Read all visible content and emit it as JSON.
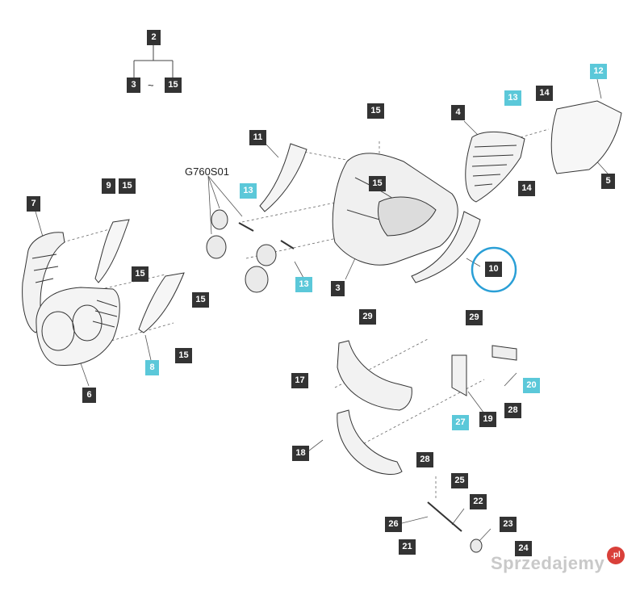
{
  "group_code": "G760S01",
  "range": {
    "parent": "2",
    "from": "3",
    "tilde": "~",
    "to": "15"
  },
  "labels": [
    {
      "id": "l2",
      "text": "2",
      "highlight": false
    },
    {
      "id": "l3r",
      "text": "3",
      "highlight": false
    },
    {
      "id": "l15r",
      "text": "15",
      "highlight": false
    },
    {
      "id": "l15a",
      "text": "15",
      "highlight": false
    },
    {
      "id": "l4",
      "text": "4",
      "highlight": false
    },
    {
      "id": "l13a",
      "text": "13",
      "highlight": true
    },
    {
      "id": "l14a",
      "text": "14",
      "highlight": false
    },
    {
      "id": "l12",
      "text": "12",
      "highlight": true
    },
    {
      "id": "l11",
      "text": "11",
      "highlight": false
    },
    {
      "id": "l13b",
      "text": "13",
      "highlight": true
    },
    {
      "id": "l15b",
      "text": "15",
      "highlight": false
    },
    {
      "id": "l14b",
      "text": "14",
      "highlight": false
    },
    {
      "id": "l5",
      "text": "5",
      "highlight": false
    },
    {
      "id": "l7",
      "text": "7",
      "highlight": false
    },
    {
      "id": "l9",
      "text": "9",
      "highlight": false
    },
    {
      "id": "l15c",
      "text": "15",
      "highlight": false
    },
    {
      "id": "l15d",
      "text": "15",
      "highlight": false
    },
    {
      "id": "l15e",
      "text": "15",
      "highlight": false
    },
    {
      "id": "l13c",
      "text": "13",
      "highlight": true
    },
    {
      "id": "l3",
      "text": "3",
      "highlight": false
    },
    {
      "id": "l10",
      "text": "10",
      "highlight": false
    },
    {
      "id": "l15f",
      "text": "15",
      "highlight": false
    },
    {
      "id": "l8",
      "text": "8",
      "highlight": true
    },
    {
      "id": "l6",
      "text": "6",
      "highlight": false
    },
    {
      "id": "l29a",
      "text": "29",
      "highlight": false
    },
    {
      "id": "l29b",
      "text": "29",
      "highlight": false
    },
    {
      "id": "l17",
      "text": "17",
      "highlight": false
    },
    {
      "id": "l20",
      "text": "20",
      "highlight": true
    },
    {
      "id": "l28a",
      "text": "28",
      "highlight": false
    },
    {
      "id": "l27",
      "text": "27",
      "highlight": true
    },
    {
      "id": "l19",
      "text": "19",
      "highlight": false
    },
    {
      "id": "l18",
      "text": "18",
      "highlight": false
    },
    {
      "id": "l28b",
      "text": "28",
      "highlight": false
    },
    {
      "id": "l25",
      "text": "25",
      "highlight": false
    },
    {
      "id": "l22",
      "text": "22",
      "highlight": false
    },
    {
      "id": "l26",
      "text": "26",
      "highlight": false
    },
    {
      "id": "l23",
      "text": "23",
      "highlight": false
    },
    {
      "id": "l21",
      "text": "21",
      "highlight": false
    },
    {
      "id": "l24",
      "text": "24",
      "highlight": false
    }
  ],
  "watermark": {
    "text": "Sprzedajemy",
    "badge": ".pl"
  },
  "colors": {
    "label_dark": "#333333",
    "label_highlight": "#5bc8d9",
    "circle_marker": "#2a9fd6"
  }
}
